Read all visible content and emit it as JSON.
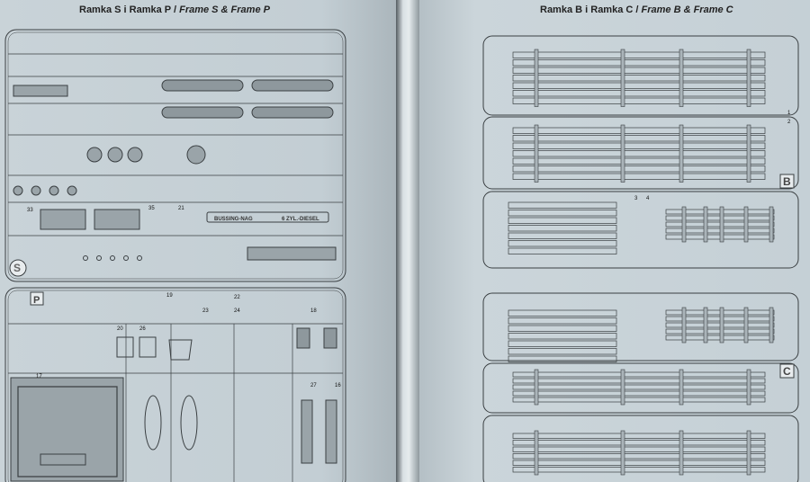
{
  "left_page": {
    "title_pl": "Ramka S i Ramka P",
    "title_sep": " / ",
    "title_en": "Frame S & Frame P",
    "frame_letters": [
      "S",
      "P"
    ],
    "engraving_left": "BUSSING-NAG",
    "engraving_right": "6 ZYL.-DIESEL",
    "part_numbers": [
      "33",
      "35",
      "21",
      "22",
      "23",
      "24",
      "18",
      "19",
      "20",
      "26",
      "27",
      "16",
      "17"
    ]
  },
  "right_page": {
    "title_pl": "Ramka B i Ramka C",
    "title_sep": " / ",
    "title_en": "Frame B & Frame C",
    "frame_letters": [
      "B",
      "C"
    ],
    "part_numbers": [
      "1",
      "2",
      "3",
      "4"
    ]
  },
  "colors": {
    "paper": "#c9d3d8",
    "line": "#3a3f42",
    "part_fill": "#8e989d"
  }
}
